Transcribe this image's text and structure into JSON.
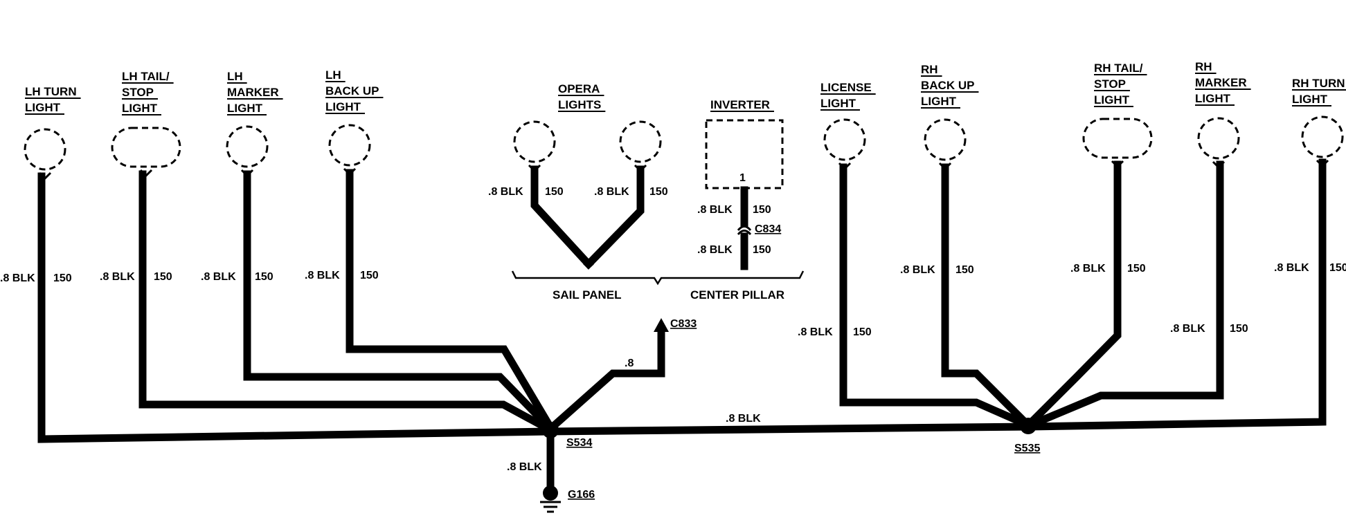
{
  "components": {
    "lh_turn": [
      "LH TURN",
      "LIGHT"
    ],
    "lh_tail_stop": [
      "LH TAIL/",
      "STOP",
      "LIGHT"
    ],
    "lh_marker": [
      "LH",
      "MARKER",
      "LIGHT"
    ],
    "lh_backup": [
      "LH",
      "BACK UP",
      "LIGHT"
    ],
    "opera": [
      "OPERA",
      "LIGHTS"
    ],
    "inverter": [
      "INVERTER"
    ],
    "license": [
      "LICENSE",
      "LIGHT"
    ],
    "rh_backup": [
      "RH",
      "BACK UP",
      "LIGHT"
    ],
    "rh_tail_stop": [
      "RH TAIL/",
      "STOP",
      "LIGHT"
    ],
    "rh_marker": [
      "RH",
      "MARKER",
      "LIGHT"
    ],
    "rh_turn": [
      "RH TURN",
      "LIGHT"
    ]
  },
  "wire": {
    "size_color": ".8 BLK",
    "circuit": "150",
    "short": ".8"
  },
  "inverter_pin": "1",
  "connectors": {
    "c834": "C834",
    "c833": "C833"
  },
  "splices": {
    "s534": "S534",
    "s535": "S535"
  },
  "ground": "G166",
  "regions": {
    "sail_panel": "SAIL PANEL",
    "center_pillar": "CENTER PILLAR"
  }
}
